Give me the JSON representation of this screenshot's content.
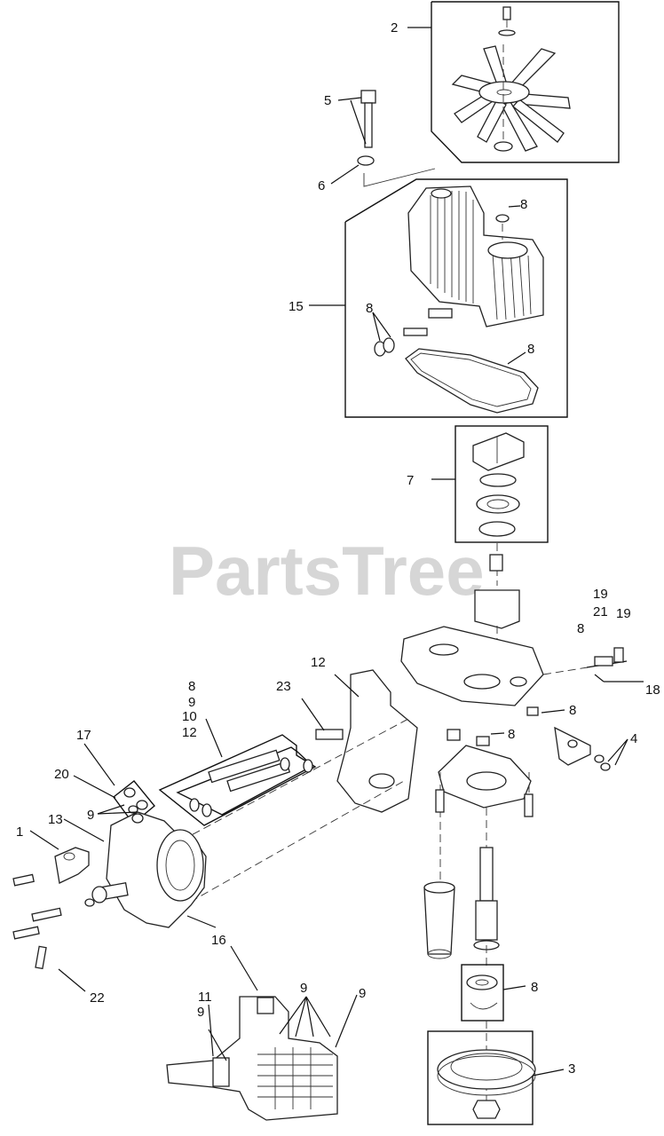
{
  "watermark": "PartsTree",
  "callouts": [
    {
      "key": "c_2",
      "text": "2"
    },
    {
      "key": "c_5",
      "text": "5"
    },
    {
      "key": "c_6",
      "text": "6"
    },
    {
      "key": "c_8a",
      "text": "8"
    },
    {
      "key": "c_15",
      "text": "15"
    },
    {
      "key": "c_8b",
      "text": "8"
    },
    {
      "key": "c_8c",
      "text": "8"
    },
    {
      "key": "c_7",
      "text": "7"
    },
    {
      "key": "c_19a",
      "text": "19"
    },
    {
      "key": "c_21",
      "text": "21"
    },
    {
      "key": "c_19b",
      "text": "19"
    },
    {
      "key": "c_8d",
      "text": "8"
    },
    {
      "key": "c_18",
      "text": "18"
    },
    {
      "key": "c_12a",
      "text": "12"
    },
    {
      "key": "c_23",
      "text": "23"
    },
    {
      "key": "c_8e",
      "text": "8"
    },
    {
      "key": "c_8f",
      "text": "8"
    },
    {
      "key": "c_4",
      "text": "4"
    },
    {
      "key": "c_8g",
      "text": "8"
    },
    {
      "key": "c_9a",
      "text": "9"
    },
    {
      "key": "c_10",
      "text": "10"
    },
    {
      "key": "c_12b",
      "text": "12"
    },
    {
      "key": "c_17",
      "text": "17"
    },
    {
      "key": "c_20",
      "text": "20"
    },
    {
      "key": "c_9b",
      "text": "9"
    },
    {
      "key": "c_13",
      "text": "13"
    },
    {
      "key": "c_1",
      "text": "1"
    },
    {
      "key": "c_16",
      "text": "16"
    },
    {
      "key": "c_22",
      "text": "22"
    },
    {
      "key": "c_8h",
      "text": "8"
    },
    {
      "key": "c_11",
      "text": "11"
    },
    {
      "key": "c_9c",
      "text": "9"
    },
    {
      "key": "c_9d",
      "text": "9"
    },
    {
      "key": "c_9e",
      "text": "9"
    },
    {
      "key": "c_3",
      "text": "3"
    }
  ]
}
